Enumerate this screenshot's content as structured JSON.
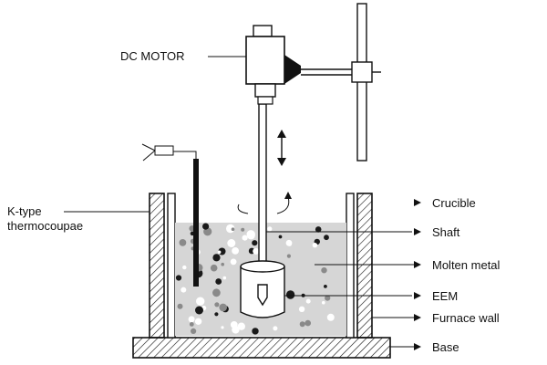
{
  "labels": {
    "dc_motor": "DC MOTOR",
    "thermocouple_line1": "K-type",
    "thermocouple_line2": "thermocoupae",
    "crucible": "Crucible",
    "shaft": "Shaft",
    "molten_metal": "Molten metal",
    "eem": "EEM",
    "furnace_wall": "Furnace wall",
    "base": "Base"
  },
  "colors": {
    "ink": "#111111",
    "molten_fill": "#d6d6d6",
    "particle_dark": "#1a1a1a",
    "particle_light": "#ffffff",
    "particle_gray": "#8a8a8a"
  }
}
